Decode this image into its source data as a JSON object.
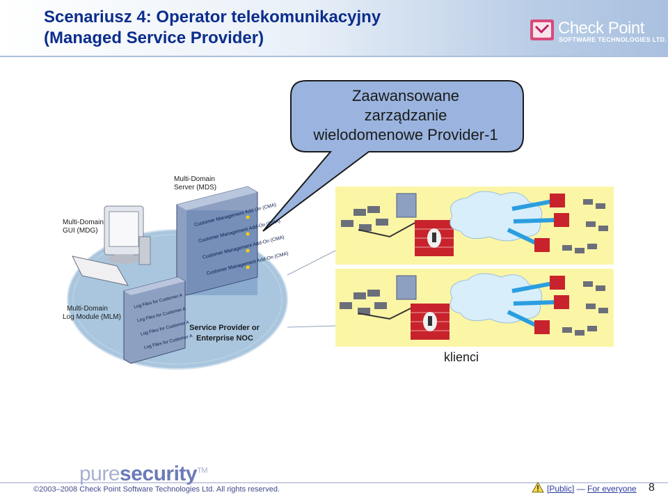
{
  "slide": {
    "title_line1": "Scenariusz 4: Operator telekomunikacyjny",
    "title_line2": "(Managed Service Provider)",
    "logo_name": "Check Point",
    "logo_sub": "SOFTWARE TECHNOLOGIES LTD.",
    "callout_line1": "Zaawansowane",
    "callout_line2": "zarządzanie",
    "callout_line3": "wielodomenowe Provider-1",
    "clients_label": "klienci"
  },
  "diagram": {
    "mds_label_1": "Multi-Domain",
    "mds_label_2": "Server (MDS)",
    "mdg_label_1": "Multi-Domain",
    "mdg_label_2": "GUI (MDG)",
    "mlm_label_1": "Multi-Domain",
    "mlm_label_2": "Log Module (MLM)",
    "noc_label_1": "Service Provider or",
    "noc_label_2": "Enterprise NOC",
    "cma_blades": [
      "Customer Management Add-On (CMA)",
      "Customer Management Add-On (CMA)",
      "Customer Management Add-On (CMA)",
      "Customer Management Add-On (CMA)"
    ],
    "log_blades": [
      "Log Files for Customer A",
      "Log Files for Customer A",
      "Log Files for Customer A",
      "Log Files for Customer A"
    ]
  },
  "colors": {
    "title": "#0b2d8c",
    "callout_fill": "#9ab4df",
    "ellipse_fill": "#a9c6de",
    "panel_fill": "#fbf5a6",
    "firewall": "#c8232c"
  },
  "footer": {
    "brand_light": "pure",
    "brand_bold": "security",
    "brand_tm": "TM",
    "copyright": "©2003–2008 Check Point Software Technologies Ltd. All rights reserved.",
    "classification_tag": "[Public]",
    "classification_text": "For everyone",
    "page_number": "8"
  }
}
